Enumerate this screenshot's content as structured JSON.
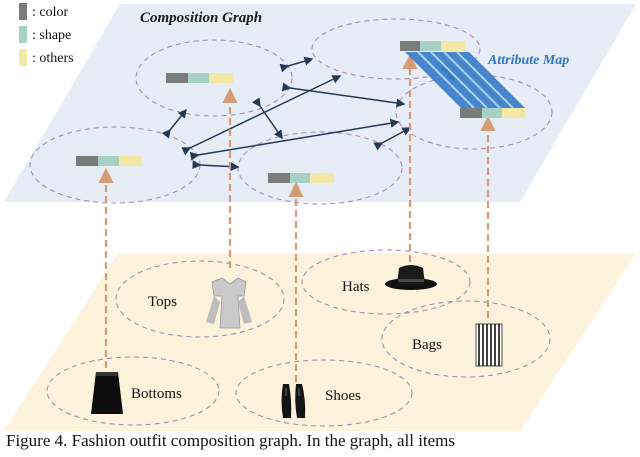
{
  "legend": {
    "items": [
      {
        "label": ": color",
        "color": "#7b7b7b"
      },
      {
        "label": ": shape",
        "color": "#a8d1c5"
      },
      {
        "label": ": others",
        "color": "#f4e8a6"
      }
    ]
  },
  "graph": {
    "title": "Composition Graph",
    "attribute_map_label": "Attribute Map",
    "plane_color": "#e7edf7",
    "bottom_plane_color": "#fdf3dc",
    "edge_color": "#213a55",
    "dashed_color": "#d59b76"
  },
  "items": [
    {
      "label": "Tops",
      "icon": "tops-icon"
    },
    {
      "label": "Hats",
      "icon": "hat-icon"
    },
    {
      "label": "Bags",
      "icon": "bag-icon"
    },
    {
      "label": "Bottoms",
      "icon": "bottoms-icon"
    },
    {
      "label": "Shoes",
      "icon": "shoes-icon"
    }
  ],
  "caption": "Figure 4. Fashion outfit composition graph. In the graph, all items"
}
